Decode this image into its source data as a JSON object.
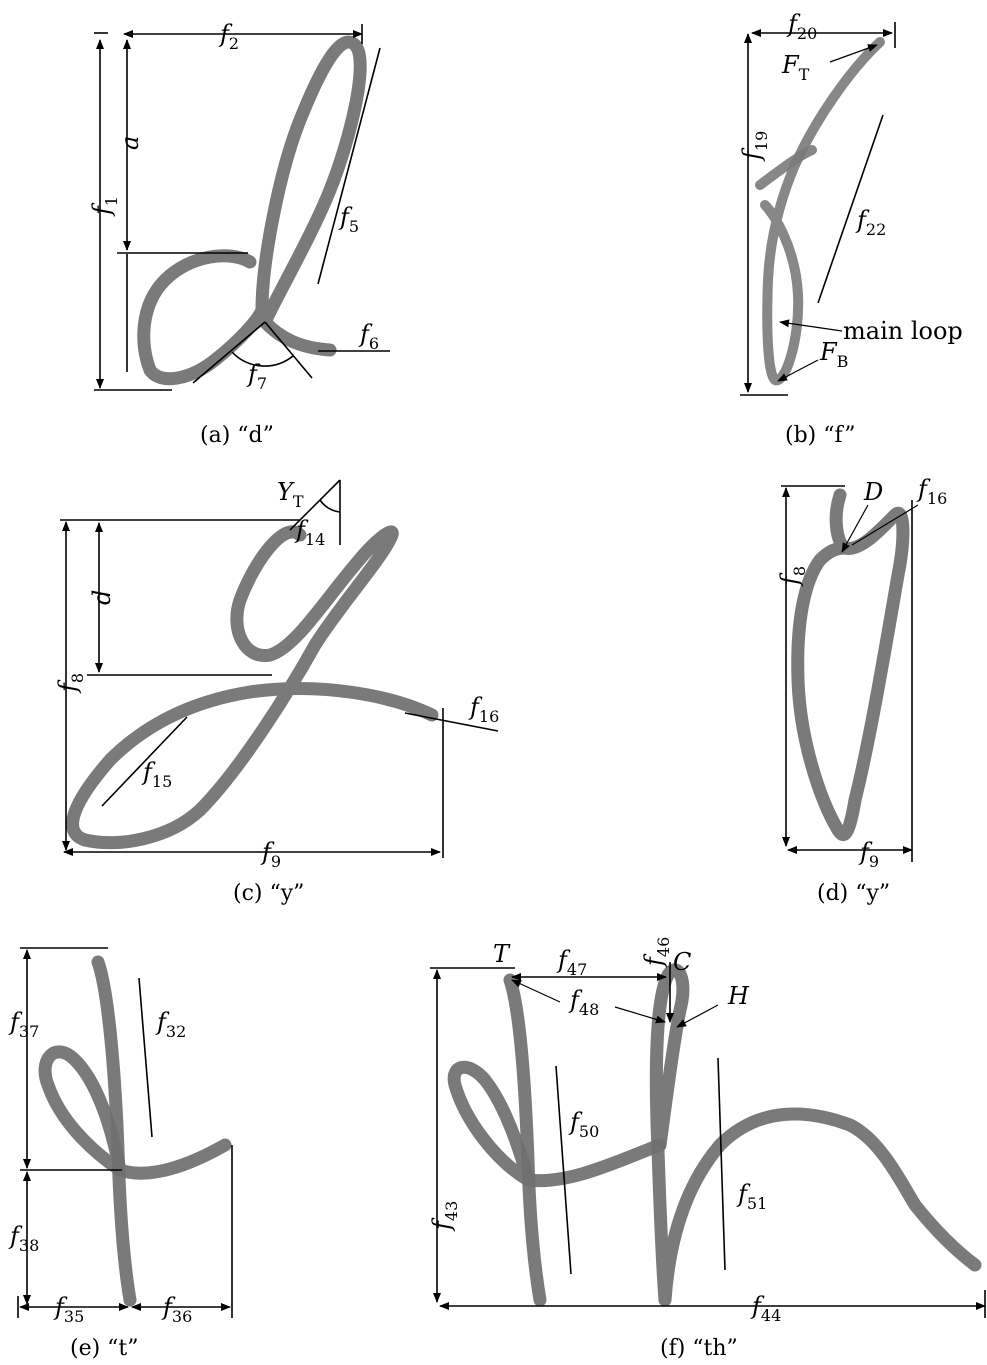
{
  "panels": {
    "a": {
      "caption": "(a) “d”",
      "labels": {
        "f1": [
          "f",
          "1"
        ],
        "f2": [
          "f",
          "2"
        ],
        "a": "a",
        "f5": [
          "f",
          "5"
        ],
        "f6": [
          "f",
          "6"
        ],
        "f7": [
          "f",
          "7"
        ]
      }
    },
    "b": {
      "caption": "(b) “f”",
      "labels": {
        "f20": [
          "f",
          "20"
        ],
        "FT": [
          "F",
          "T"
        ],
        "f19": [
          "f",
          "19"
        ],
        "f22": [
          "f",
          "22"
        ],
        "main_loop": "main loop",
        "FB": [
          "F",
          "B"
        ]
      }
    },
    "c": {
      "caption": "(c) “y”",
      "labels": {
        "YT": [
          "Y",
          "T"
        ],
        "f14": [
          "f",
          "14"
        ],
        "d": "d",
        "f8": [
          "f",
          "8"
        ],
        "f16": [
          "f",
          "16"
        ],
        "f15": [
          "f",
          "15"
        ],
        "f9": [
          "f",
          "9"
        ]
      }
    },
    "d": {
      "caption": "(d) “y”",
      "labels": {
        "D": "D",
        "f16": [
          "f",
          "16"
        ],
        "f8": [
          "f",
          "8"
        ],
        "f9": [
          "f",
          "9"
        ]
      }
    },
    "e": {
      "caption": "(e) “t”",
      "labels": {
        "f37": [
          "f",
          "37"
        ],
        "f32": [
          "f",
          "32"
        ],
        "f38": [
          "f",
          "38"
        ],
        "f35": [
          "f",
          "35"
        ],
        "f36": [
          "f",
          "36"
        ]
      }
    },
    "f": {
      "caption": "(f) “th”",
      "labels": {
        "T": "T",
        "f47": [
          "f",
          "47"
        ],
        "f46": [
          "f",
          "46"
        ],
        "C": "C",
        "f48": [
          "f",
          "48"
        ],
        "H": "H",
        "f50": [
          "f",
          "50"
        ],
        "f43": [
          "f",
          "43"
        ],
        "f51": [
          "f",
          "51"
        ],
        "f44": [
          "f",
          "44"
        ]
      }
    }
  }
}
